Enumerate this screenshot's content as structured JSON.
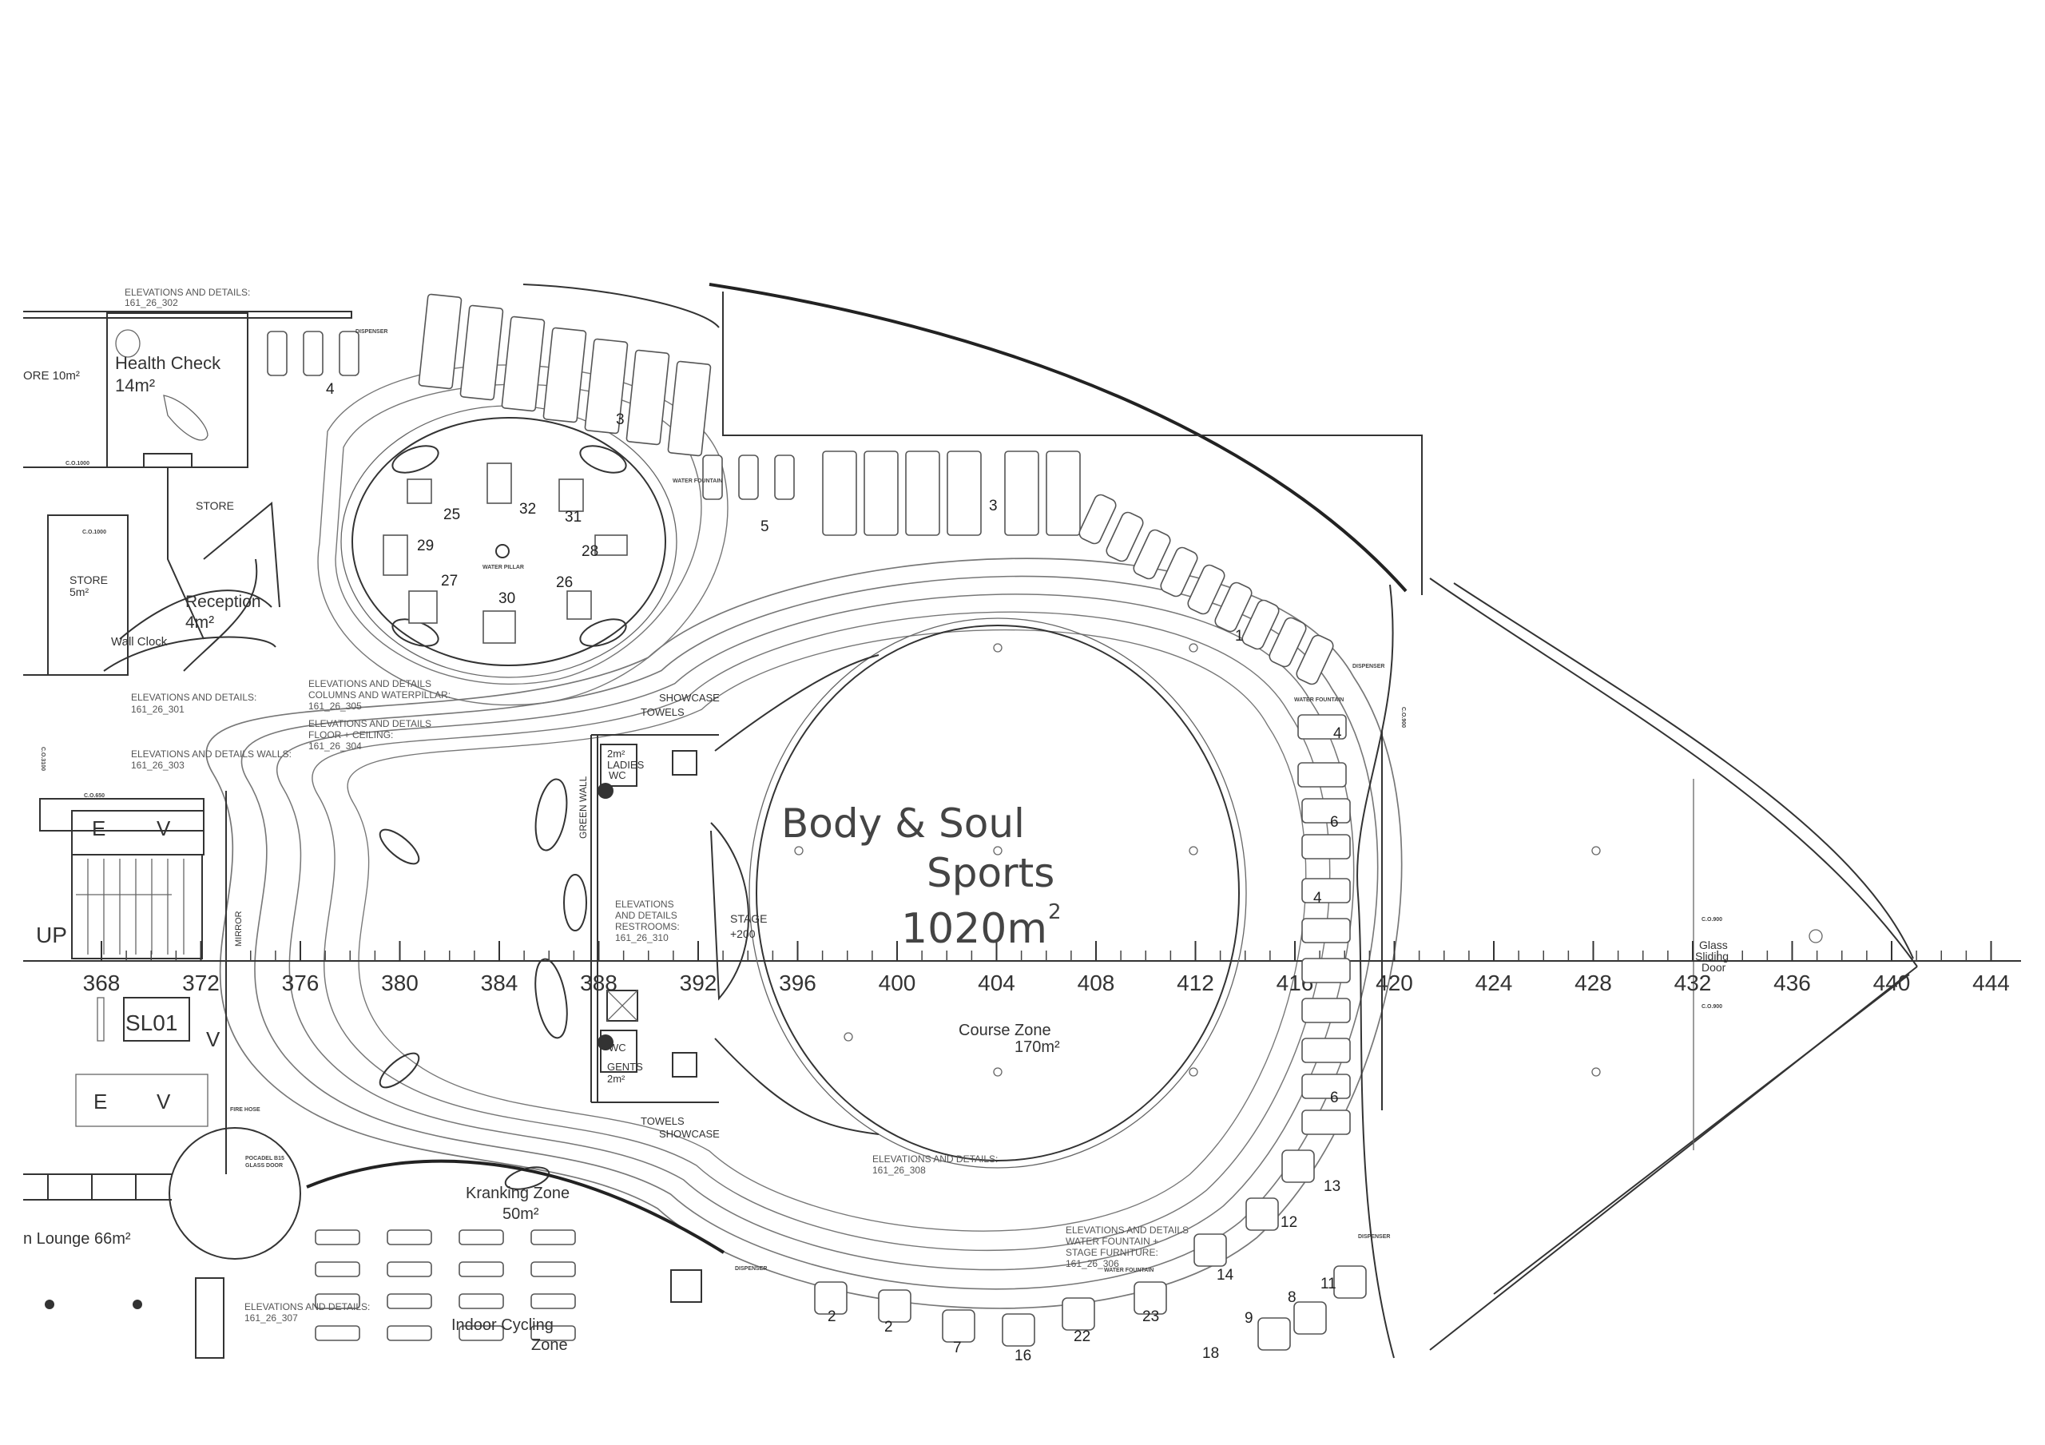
{
  "title": {
    "line1": "Body & Soul",
    "line2": "Sports",
    "area": "1020m",
    "area_sup": "2"
  },
  "rooms": {
    "store_10": "ORE 10m²",
    "health_check": "Health Check",
    "health_check_area": "14m²",
    "store": "STORE",
    "store_5": "STORE",
    "store_5_area": "5m²",
    "reception": "Reception",
    "reception_area": "4m²",
    "wall_clock": "Wall Clock",
    "course_zone": "Course Zone",
    "course_zone_area": "170m²",
    "stage": "STAGE",
    "stage_level": "+200",
    "ladies_area": "2m²",
    "ladies": "LADIES",
    "ladies_wc": "WC",
    "gents_wc": "WC",
    "gents": "GENTS",
    "gents_area": "2m²",
    "green_wall": "GREEN WALL",
    "mirror": "MIRROR",
    "lounge": "n Lounge 66m²",
    "kranking_zone": "Kranking Zone",
    "kranking_area": "50m²",
    "indoor_cycling": "Indoor Cycling",
    "indoor_cycling_zone": "Zone",
    "glass_door": "POCADEL B15",
    "glass_door_2": "GLASS DOOR",
    "glass_sliding_1": "Glass",
    "glass_sliding_2": "Sliding",
    "glass_sliding_3": "Door",
    "sl01": "SL01",
    "up": "UP",
    "e": "E",
    "v": "V",
    "showcase": "SHOWCASE",
    "towels": "TOWELS",
    "water_pillar": "WATER PILLAR",
    "water_fountain": "WATER FOUNTAIN",
    "dispenser": "DISPENSER",
    "fire_hose": "FIRE HOSE"
  },
  "references": [
    {
      "title": "ELEVATIONS AND DETAILS:",
      "code": "161_26_302"
    },
    {
      "title": "ELEVATIONS AND DETAILS:",
      "code": "161_26_301"
    },
    {
      "title": "ELEVATIONS AND DETAILS",
      "sub": "COLUMNS AND WATERPILLAR:",
      "code": "161_26_305"
    },
    {
      "title": "ELEVATIONS AND DETAILS",
      "sub": "FLOOR + CEILING:",
      "code": "161_26_304"
    },
    {
      "title": "ELEVATIONS AND DETAILS WALLS:",
      "code": "161_26_303"
    },
    {
      "title": "ELEVATIONS",
      "sub": "AND DETAILS",
      "sub2": "RESTROOMS:",
      "code": "161_26_310"
    },
    {
      "title": "ELEVATIONS AND DETAILS:",
      "code": "161_26_308"
    },
    {
      "title": "ELEVATIONS AND DETAILS",
      "sub": "WATER FOUNTAIN +",
      "sub2": "STAGE FURNITURE:",
      "code": "161_26_306"
    },
    {
      "title": "ELEVATIONS AND DETAILS:",
      "code": "161_26_307"
    }
  ],
  "door_codes": [
    "C.O.1000",
    "C.O.1000",
    "C.O.900",
    "C.O.900",
    "C.O.900",
    "C.O.650",
    "C.O.3100"
  ],
  "equipment": [
    "25",
    "32",
    "31",
    "29",
    "28",
    "27",
    "30",
    "26",
    "4",
    "3",
    "5",
    "3",
    "1",
    "4",
    "6",
    "4",
    "6",
    "13",
    "12",
    "14",
    "11",
    "8",
    "9",
    "18",
    "2",
    "2",
    "7",
    "16",
    "22",
    "23"
  ],
  "axis": {
    "ticks": [
      368,
      372,
      376,
      380,
      384,
      388,
      392,
      396,
      400,
      404,
      408,
      412,
      416,
      420,
      424,
      428,
      432,
      436,
      440,
      444
    ]
  }
}
